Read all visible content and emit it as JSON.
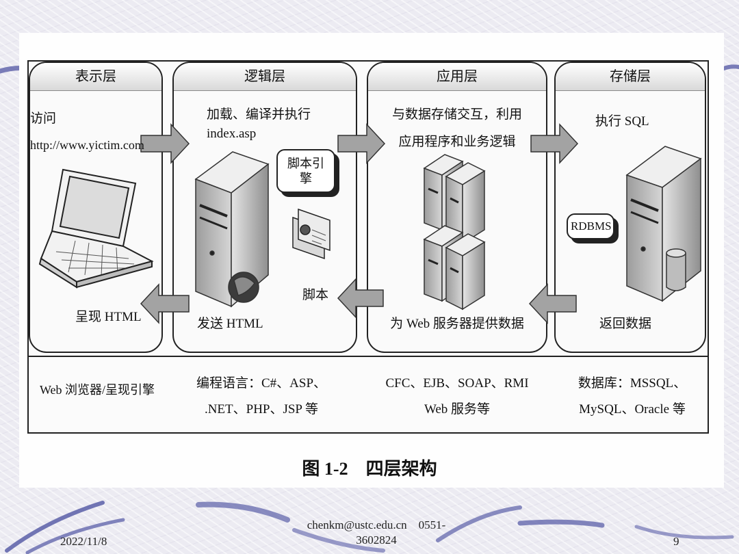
{
  "layers": [
    {
      "title": "表示层"
    },
    {
      "title": "逻辑层"
    },
    {
      "title": "应用层"
    },
    {
      "title": "存储层"
    }
  ],
  "presentation": {
    "access": "访问",
    "url": "http://www.yictim.com",
    "render": "呈现 HTML",
    "tech": "Web 浏览器/呈现引擎"
  },
  "logic": {
    "line1": "加载、编译并执行",
    "line2": "index.asp",
    "engine": "脚本引擎",
    "script": "脚本",
    "send": "发送 HTML",
    "tech1": "编程语言：C#、ASP、",
    "tech2": ".NET、PHP、JSP 等"
  },
  "application": {
    "line1": "与数据存储交互，利用",
    "line2": "应用程序和业务逻辑",
    "provide": "为 Web 服务器提供数据",
    "tech1": "CFC、EJB、SOAP、RMI",
    "tech2": "Web 服务等"
  },
  "storage": {
    "exec": "执行 SQL",
    "rdbms": "RDBMS",
    "ret": "返回数据",
    "tech1": "数据库：MSSQL、",
    "tech2": "MySQL、Oracle 等"
  },
  "caption": "图 1-2　四层架构",
  "footer": {
    "date": "2022/11/8",
    "email_line1": "chenkm@ustc.edu.cn　0551-",
    "email_line2": "3602824",
    "page": "9"
  },
  "colors": {
    "arrow": "#9a9a9a",
    "server": "#b9b9b9",
    "ink": "#222222"
  }
}
